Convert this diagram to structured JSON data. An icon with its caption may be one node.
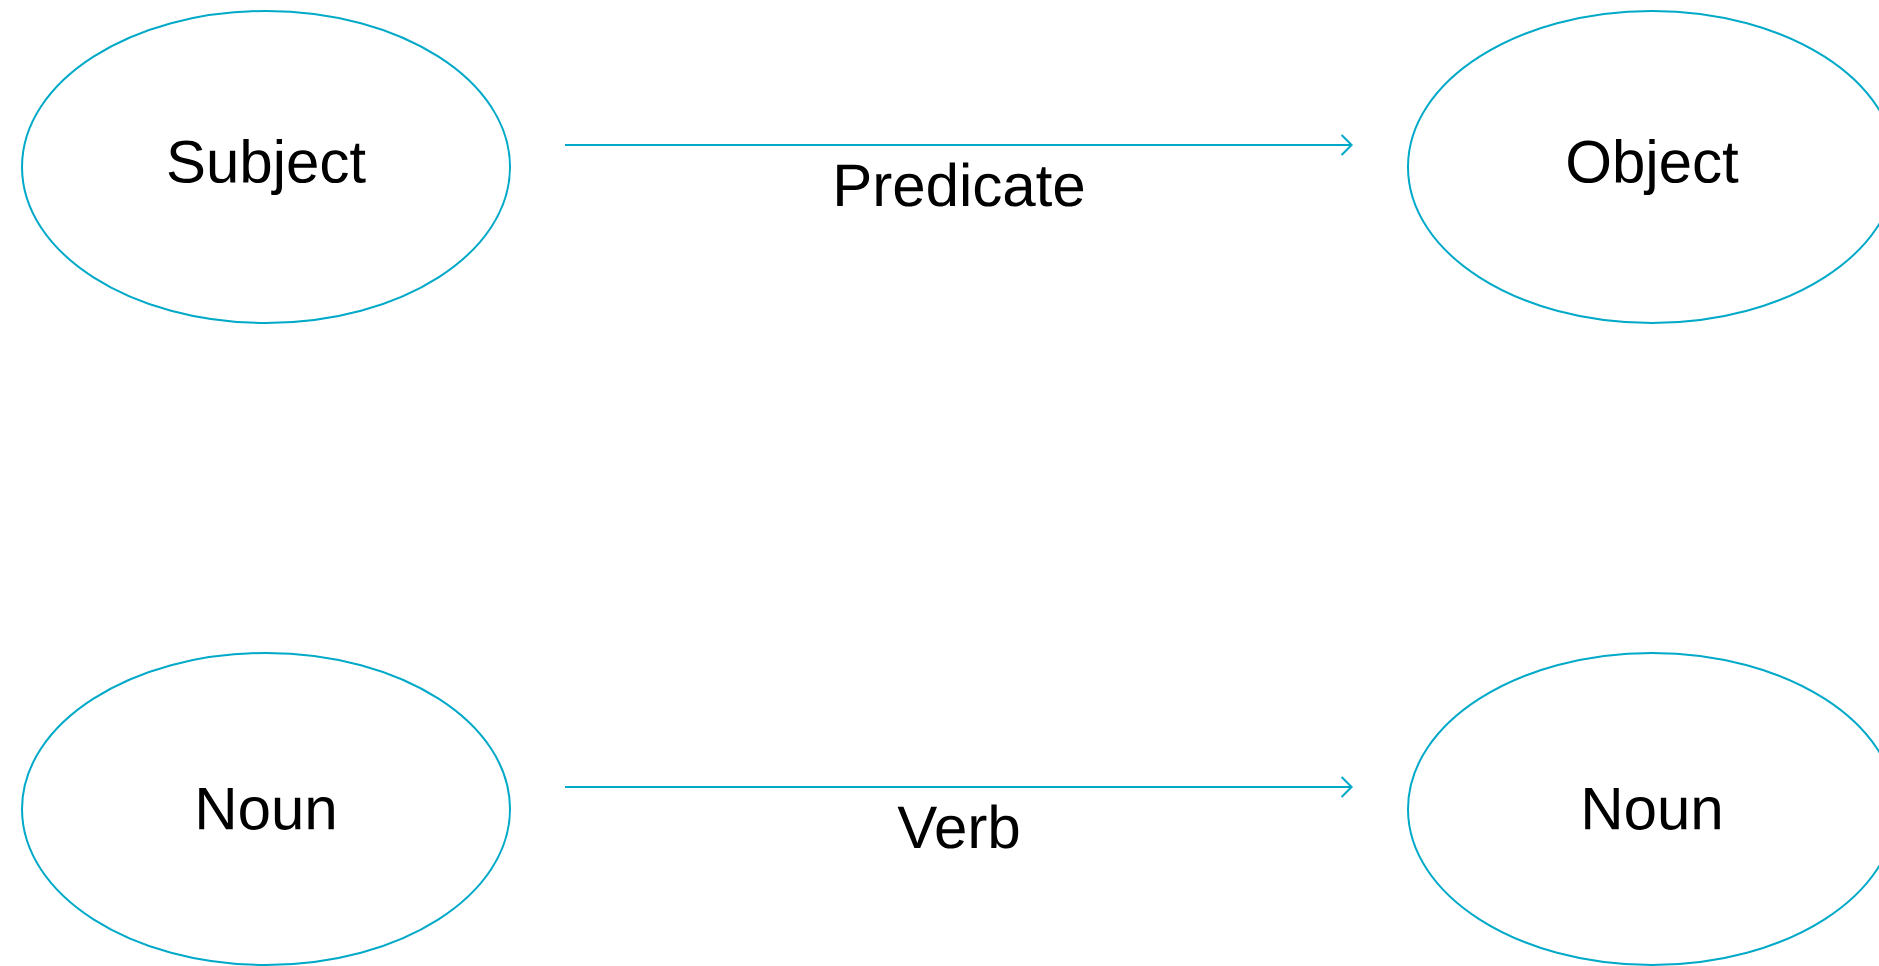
{
  "diagram": {
    "nodes": [
      {
        "text": [
          "Subject"
        ]
      },
      {
        "text": [
          "Object"
        ]
      },
      {
        "text": [
          "Noun"
        ]
      },
      {
        "text": [
          "Noun"
        ]
      }
    ],
    "edges": [
      {
        "from": 0,
        "to": 1,
        "arrow": "to",
        "label": "Predicate"
      },
      {
        "from": 2,
        "to": 3,
        "arrow": "to",
        "label": "Verb"
      }
    ]
  }
}
